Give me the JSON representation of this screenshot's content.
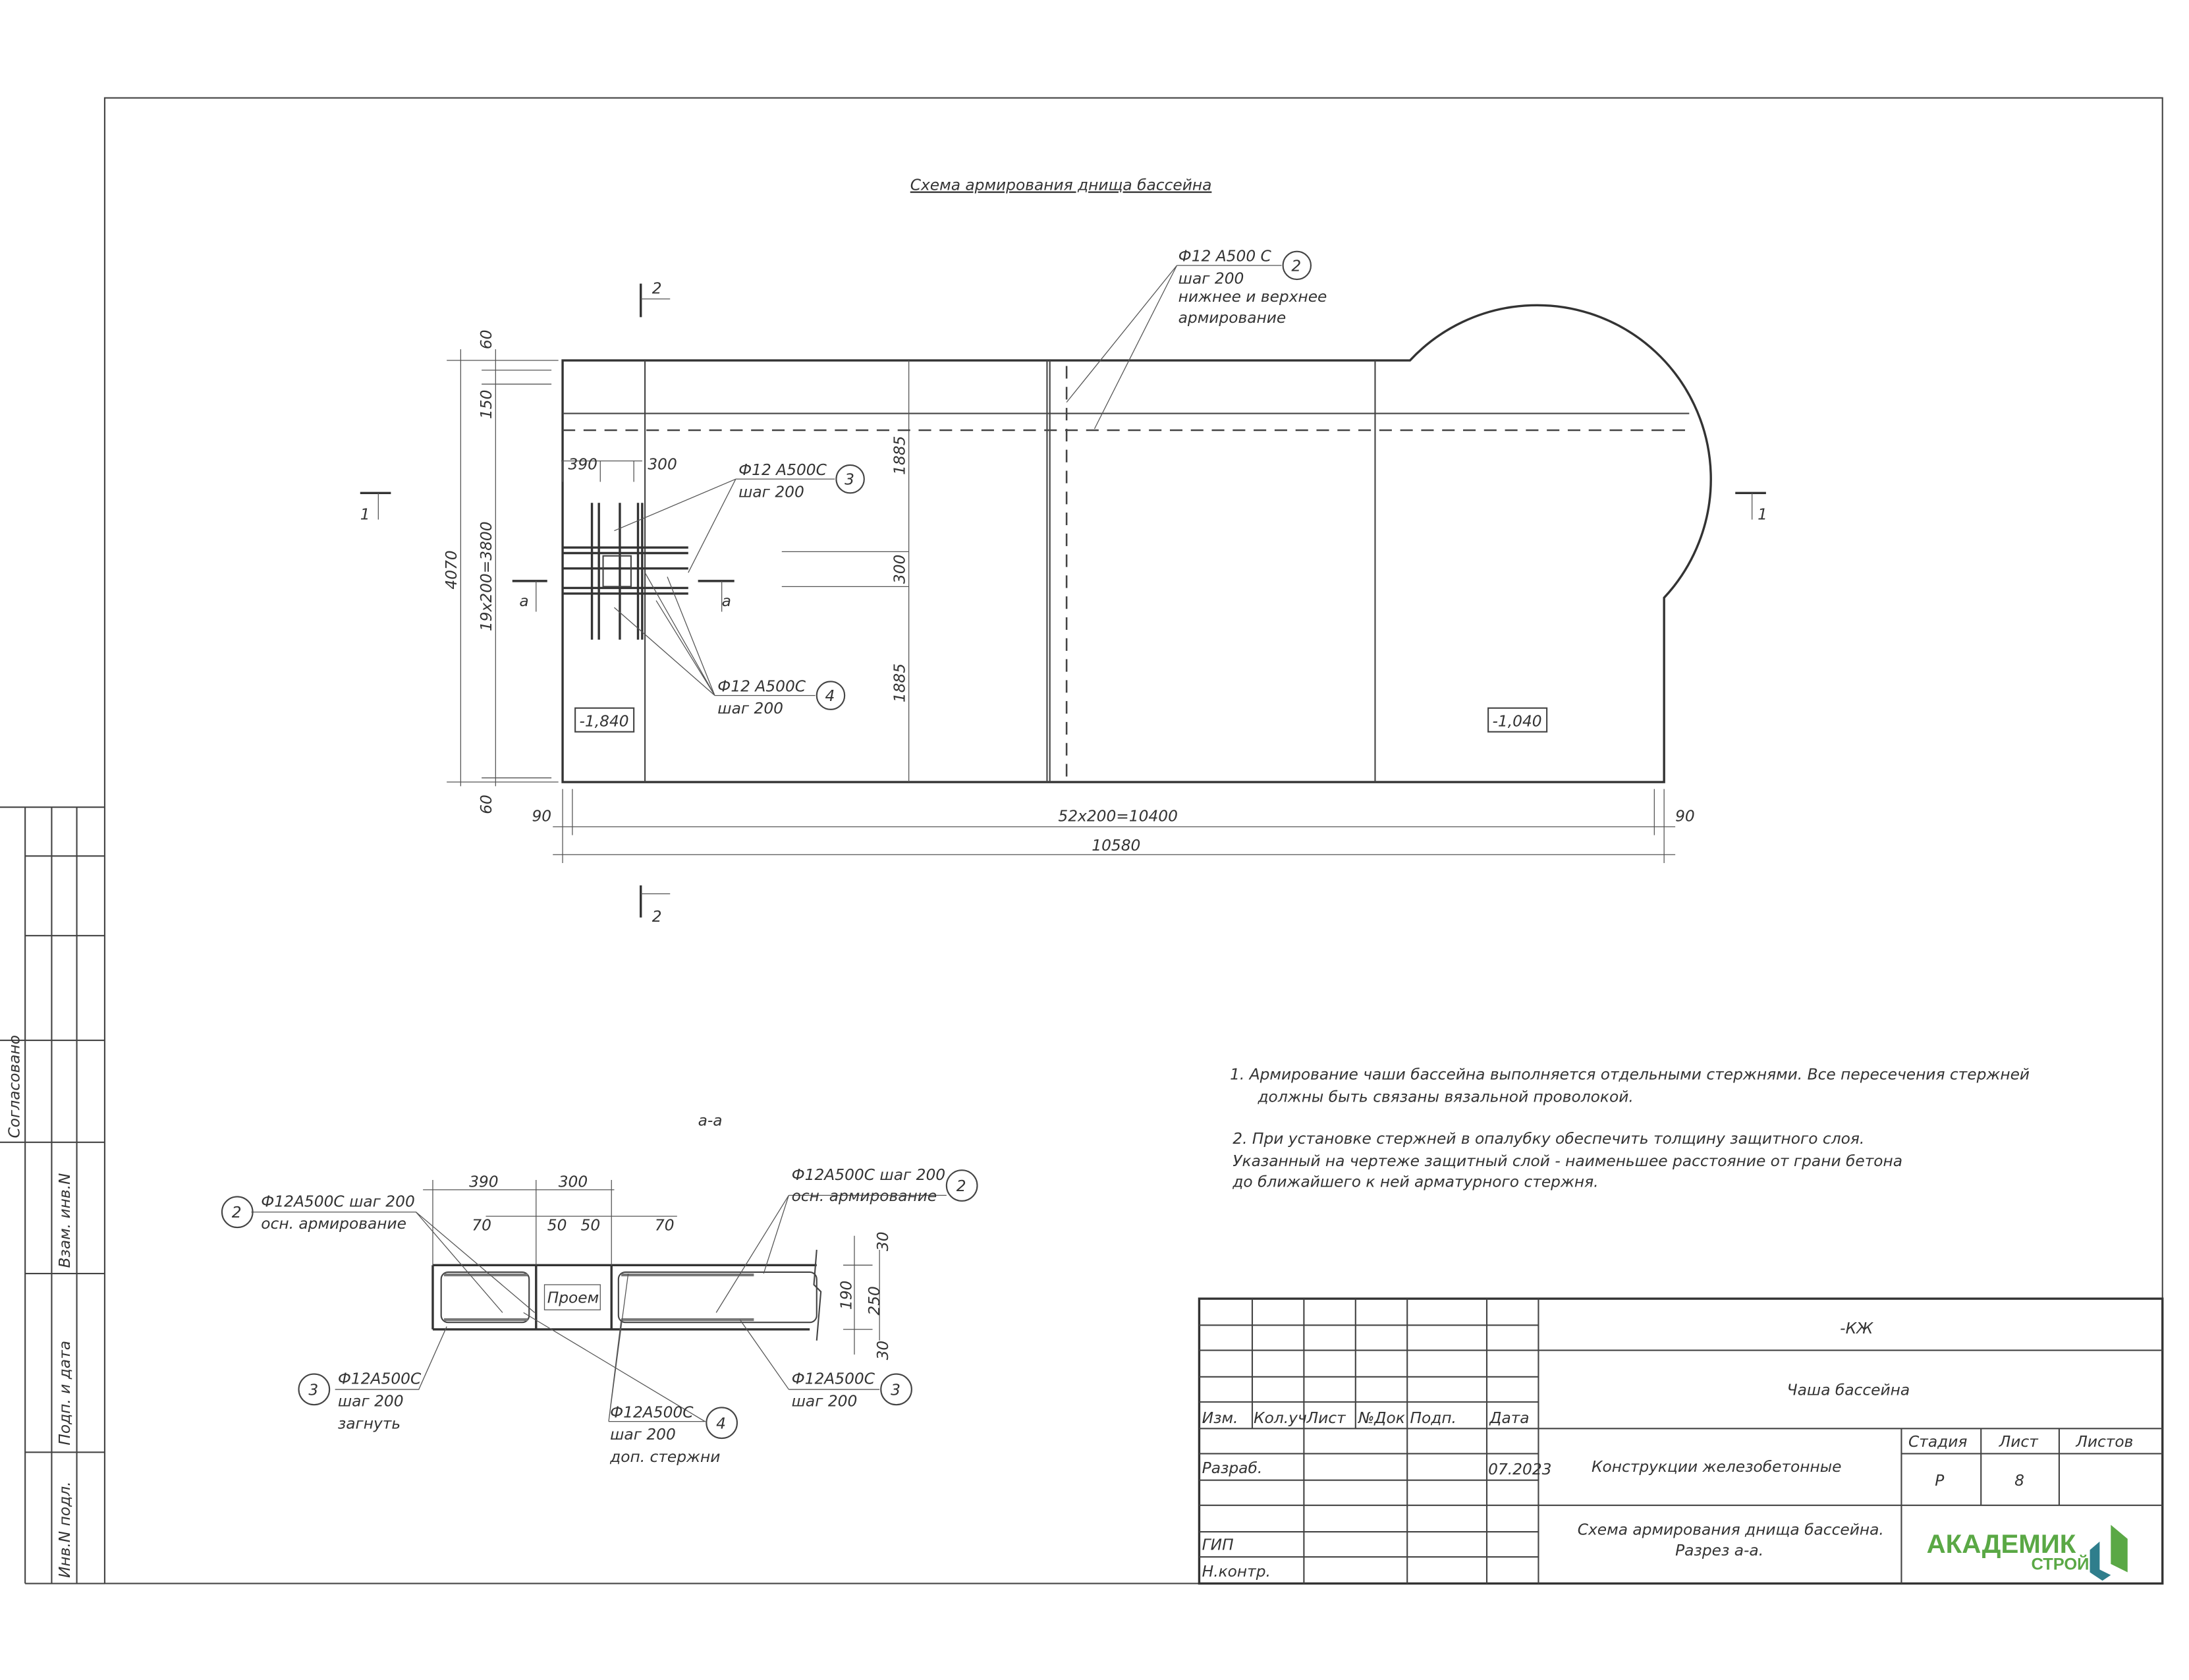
{
  "plan": {
    "title": "Схема армирования днища бассейна",
    "callout2": {
      "line1": "Ф12 А500 С",
      "line2": "шаг 200",
      "line3": "нижнее и верхнее",
      "line4": "армирование",
      "num": "2"
    },
    "callout3": {
      "line1": "Ф12 А500С",
      "line2": "шаг 200",
      "num": "3"
    },
    "callout4": {
      "line1": "Ф12 А500С",
      "line2": "шаг 200",
      "num": "4"
    },
    "dims": {
      "d60_top": "60",
      "d150": "150",
      "d4070": "4070",
      "d3800": "19x200=3800",
      "d60_bot": "60",
      "d390": "390",
      "d300": "300",
      "d1885_top": "1885",
      "d300_v": "300",
      "d1885_bot": "1885",
      "d90_l": "90",
      "d10400": "52x200=10400",
      "d90_r": "90",
      "d10580": "10580"
    },
    "levels": {
      "left": "-1,840",
      "right": "-1,040"
    },
    "section_marks": {
      "s1": "1",
      "s2": "2",
      "sa": "а"
    }
  },
  "section": {
    "title": "а-а",
    "opening": "Проем",
    "dims": {
      "d390": "390",
      "d300": "300",
      "d70a": "70",
      "d50a": "50",
      "d50b": "50",
      "d70b": "70",
      "d30a": "30",
      "d190": "190",
      "d250": "250",
      "d30b": "30"
    },
    "left2": {
      "line1": "Ф12А500С шаг 200",
      "line2": "осн. армирование",
      "num": "2"
    },
    "right2": {
      "line1": "Ф12А500С шаг 200",
      "line2": "осн. армирование",
      "num": "2"
    },
    "left3": {
      "line1": "Ф12А500С",
      "line2": "шаг 200",
      "line3": "загнуть",
      "num": "3"
    },
    "right3": {
      "line1": "Ф12А500С",
      "line2": "шаг 200",
      "num": "3"
    },
    "c4": {
      "line1": "Ф12А500С",
      "line2": "шаг 200",
      "line3": "доп. стержни",
      "num": "4"
    }
  },
  "notes": [
    "1.    Армирование чаши бассейна выполняется отдельными стержнями. Все пересечения стержней",
    "должны быть связаны вязальной проволокой.",
    "2.  При  установке  стержней  в  опалубку  обеспечить  толщину  защитного  слоя.",
    "Указанный  на  чертеже  защитный  слой  - наименьшее   расстояние  от  грани  бетона",
    "до  ближайшего  к  ней  арматурного  стержня."
  ],
  "side_stamp": {
    "agreed": "Согласовано",
    "inv_replace": "Взам. инв.N",
    "sign_date": "Подп. и дата",
    "inv_orig": "Инв.N подл."
  },
  "title_block": {
    "code": "-КЖ",
    "object": "Чаша бассейна",
    "section_name": "Конструкции железобетонные",
    "sheet_title_1": "Схема армирования днища бассейна.",
    "sheet_title_2": "Разрез а-а.",
    "headers": {
      "izm": "Изм.",
      "kol": "Кол.уч",
      "list": "Лист",
      "ndoc": "№Док",
      "podp": "Подп.",
      "date": "Дата"
    },
    "roles": {
      "razrab": "Разраб.",
      "gip": "ГИП",
      "nkontr": "Н.контр."
    },
    "razrab_date": "07.2023",
    "stage_label": "Стадия",
    "sheet_label": "Лист",
    "sheets_label": "Листов",
    "stage": "Р",
    "sheet": "8",
    "logo": {
      "main": "АКАДЕМИК",
      "sub": "СТРОЙ",
      "green": "#5aa845",
      "teal": "#2f7e8c"
    }
  }
}
